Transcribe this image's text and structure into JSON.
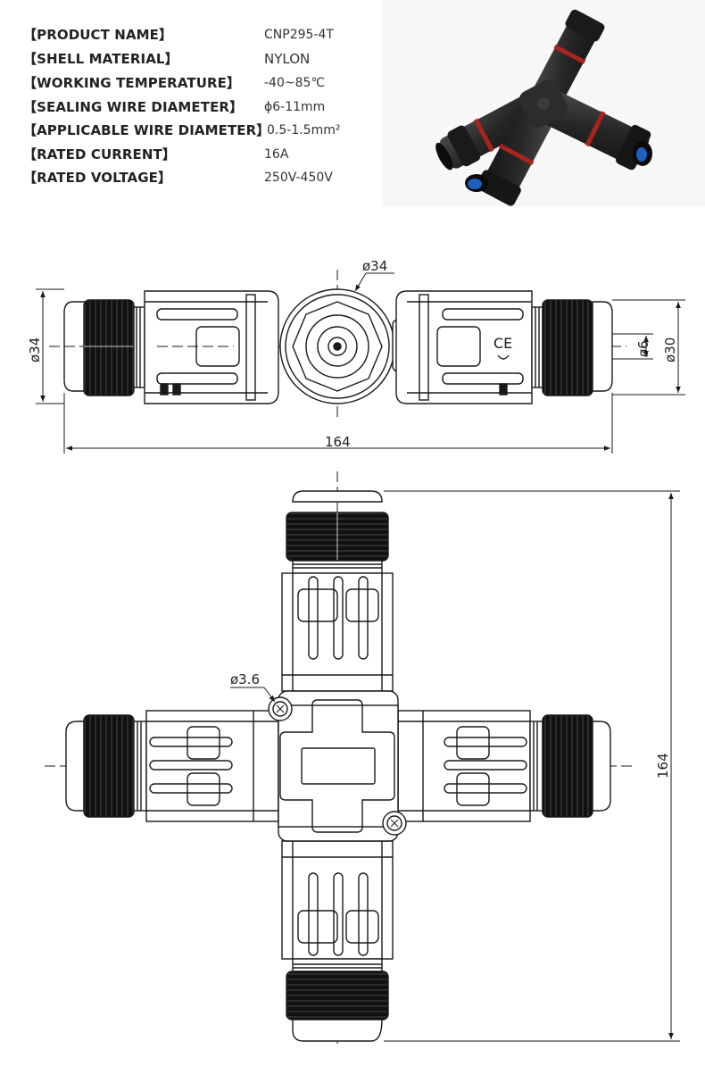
{
  "specs": [
    {
      "label": "【PRODUCT NAME】",
      "value": "CNP295-4T"
    },
    {
      "label": "【SHELL MATERIAL】",
      "value": "NYLON"
    },
    {
      "label": "【WORKING TEMPERATURE】",
      "value": "-40~85℃"
    },
    {
      "label": "【SEALING WIRE DIAMETER】",
      "value": "ϕ6-11mm"
    },
    {
      "label": "【APPLICABLE WIRE DIAMETER】",
      "value": "0.5-1.5mm²"
    },
    {
      "label": "【RATED CURRENT】",
      "value": "16A"
    },
    {
      "label": "【RATED VOLTAGE】",
      "value": "250V-450V"
    }
  ],
  "side_view": {
    "dim_top": "ø34",
    "dim_left": "ø34",
    "dim_right_inner": "ø6",
    "dim_right_outer": "ø30",
    "dim_length": "164",
    "ce_mark": "CE"
  },
  "top_view": {
    "dim_hole": "ø3.6",
    "dim_height": "164"
  },
  "colors": {
    "line": "#1a1a1a",
    "nut": "#111111",
    "seal": "#1e5fbf",
    "photo_body": "#2a2a2a",
    "photo_ring": "#b0241b"
  },
  "icons": {
    "photo": "x-connector-photo"
  }
}
